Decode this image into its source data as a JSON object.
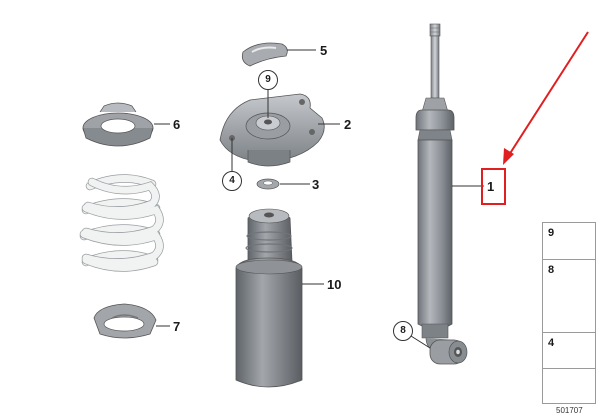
{
  "callouts": {
    "p1": "1",
    "p2": "2",
    "p3": "3",
    "p4": "4",
    "p5": "5",
    "p6": "6",
    "p7": "7",
    "p8": "8",
    "p9": "9",
    "p10": "10"
  },
  "legend": {
    "items": [
      "9",
      "8",
      "4"
    ]
  },
  "diagram_number": "501707",
  "colors": {
    "highlight": "#e02020",
    "part_gray": "#8e9399",
    "spring_white": "#eef0f0"
  },
  "icons": {
    "legend_arrow": "arrow-pointer-icon"
  }
}
